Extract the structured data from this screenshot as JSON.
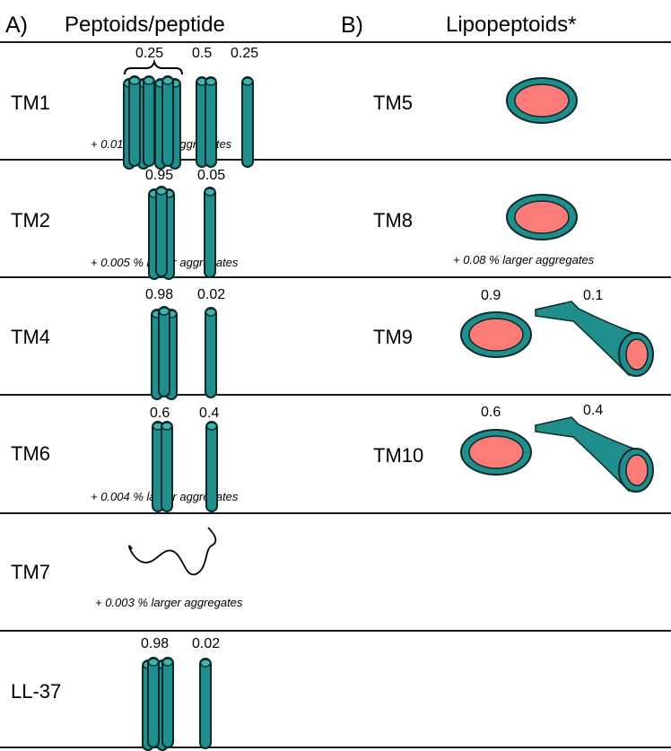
{
  "panels": {
    "a": {
      "letter": "A)",
      "title": "Peptoids/peptide"
    },
    "b": {
      "letter": "B)",
      "title": "Lipopeptoids*"
    }
  },
  "colors": {
    "rod": "#1f8e8c",
    "rod_top": "#41b2ae",
    "micelle_core": "#fa7b78",
    "outline": "#0d2a2a",
    "line": "#1a1a1a"
  },
  "rows": [
    {
      "peptoid": "TM1",
      "fractions": [
        "0.25",
        "0.5",
        "0.25"
      ],
      "note": "+ 0.01 % larger aggregates",
      "lipopeptoid": "TM5",
      "lipo_fractions": [],
      "lipo_note": ""
    },
    {
      "peptoid": "TM2",
      "fractions": [
        "0.95",
        "0.05"
      ],
      "note": "+ 0.005 % larger aggregates",
      "lipopeptoid": "TM8",
      "lipo_fractions": [],
      "lipo_note": "+ 0.08 % larger aggregates"
    },
    {
      "peptoid": "TM4",
      "fractions": [
        "0.98",
        "0.02"
      ],
      "note": "",
      "lipopeptoid": "TM9",
      "lipo_fractions": [
        "0.9",
        "0.1"
      ],
      "lipo_note": ""
    },
    {
      "peptoid": "TM6",
      "fractions": [
        "0.6",
        "0.4"
      ],
      "note": "+ 0.004 % larger aggregates",
      "lipopeptoid": "TM10",
      "lipo_fractions": [
        "0.6",
        "0.4"
      ],
      "lipo_note": ""
    },
    {
      "peptoid": "TM7",
      "fractions": [],
      "note": "+ 0.003 % larger aggregates",
      "lipopeptoid": "",
      "lipo_fractions": [],
      "lipo_note": ""
    },
    {
      "peptoid": "LL-37",
      "fractions": [
        "0.98",
        "0.02"
      ],
      "note": "",
      "lipopeptoid": "",
      "lipo_fractions": [],
      "lipo_note": ""
    }
  ]
}
